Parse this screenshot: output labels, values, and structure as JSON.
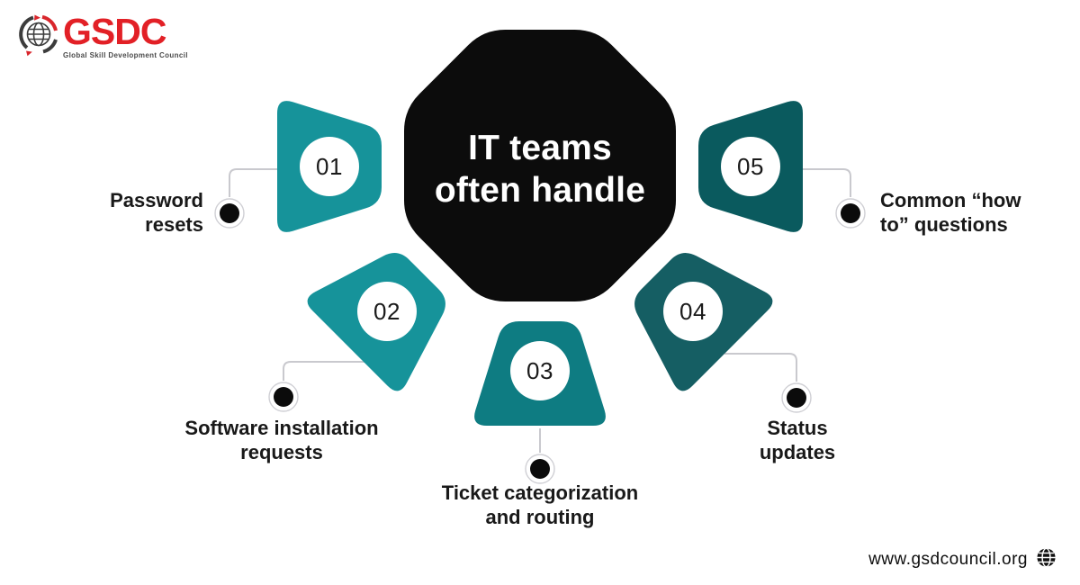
{
  "brand": {
    "name": "GSDC",
    "tagline": "Global Skill Development Council",
    "accent_color": "#e22026"
  },
  "center": {
    "title": "IT teams\noften handle",
    "bg_color": "#0c0c0c",
    "text_color": "#ffffff"
  },
  "items": [
    {
      "number": "01",
      "label": "Password\nresets",
      "shape_color": "#16939A"
    },
    {
      "number": "02",
      "label": "Software installation\nrequests",
      "shape_color": "#16939A"
    },
    {
      "number": "03",
      "label": "Ticket categorization\nand routing",
      "shape_color": "#0E7C82"
    },
    {
      "number": "04",
      "label": "Status\nupdates",
      "shape_color": "#155E63"
    },
    {
      "number": "05",
      "label": "Common “how\nto” questions",
      "shape_color": "#0A5A5E"
    }
  ],
  "footer": {
    "website": "www.gsdcouncil.org"
  },
  "connector_color": "#c9c9ce"
}
